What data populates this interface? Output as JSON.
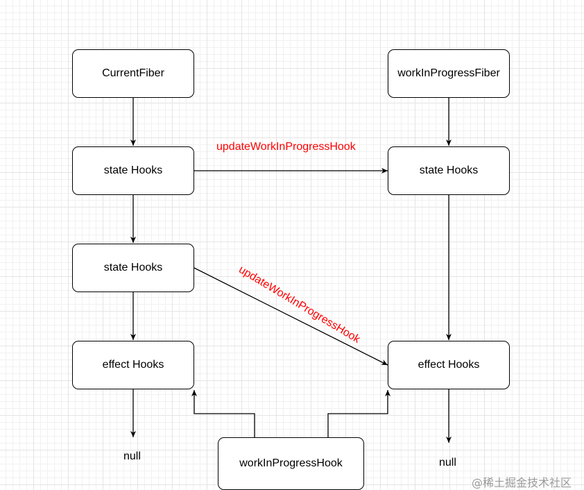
{
  "diagram": {
    "nodes": {
      "current_fiber": "CurrentFiber",
      "wip_fiber": "workInProgressFiber",
      "left_state_1": "state Hooks",
      "left_state_2": "state Hooks",
      "left_effect": "effect Hooks",
      "right_state": "state Hooks",
      "right_effect": "effect Hooks",
      "wip_hook": "workInProgressHook"
    },
    "edge_labels": {
      "update_horizontal": "updateWorkInProgressHook",
      "update_diagonal": "updateWorkInProgressHook"
    },
    "terminals": {
      "left_null": "null",
      "right_null": "null"
    },
    "colors": {
      "edge_label": "#ff0000",
      "stroke": "#000000"
    }
  },
  "watermark": "@稀土掘金技术社区"
}
